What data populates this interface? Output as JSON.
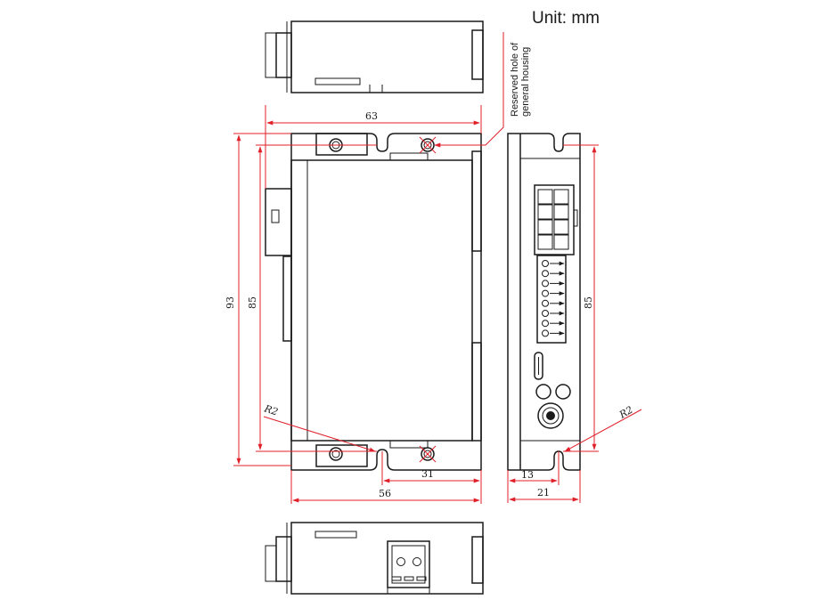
{
  "unit_label": "Unit: mm",
  "note": {
    "line1": "Reserved hole of",
    "line2": "general housing"
  },
  "dimensions": {
    "width_top": "63",
    "height_total": "93",
    "height_holes": "85",
    "radius_left": "R2",
    "hole_offset": "31",
    "width_body": "56",
    "side_height": "85",
    "side_radius": "R2",
    "side_offset": "13",
    "side_width": "21"
  },
  "colors": {
    "dimension": "#e0202a",
    "outline": "#1a1a1a"
  }
}
